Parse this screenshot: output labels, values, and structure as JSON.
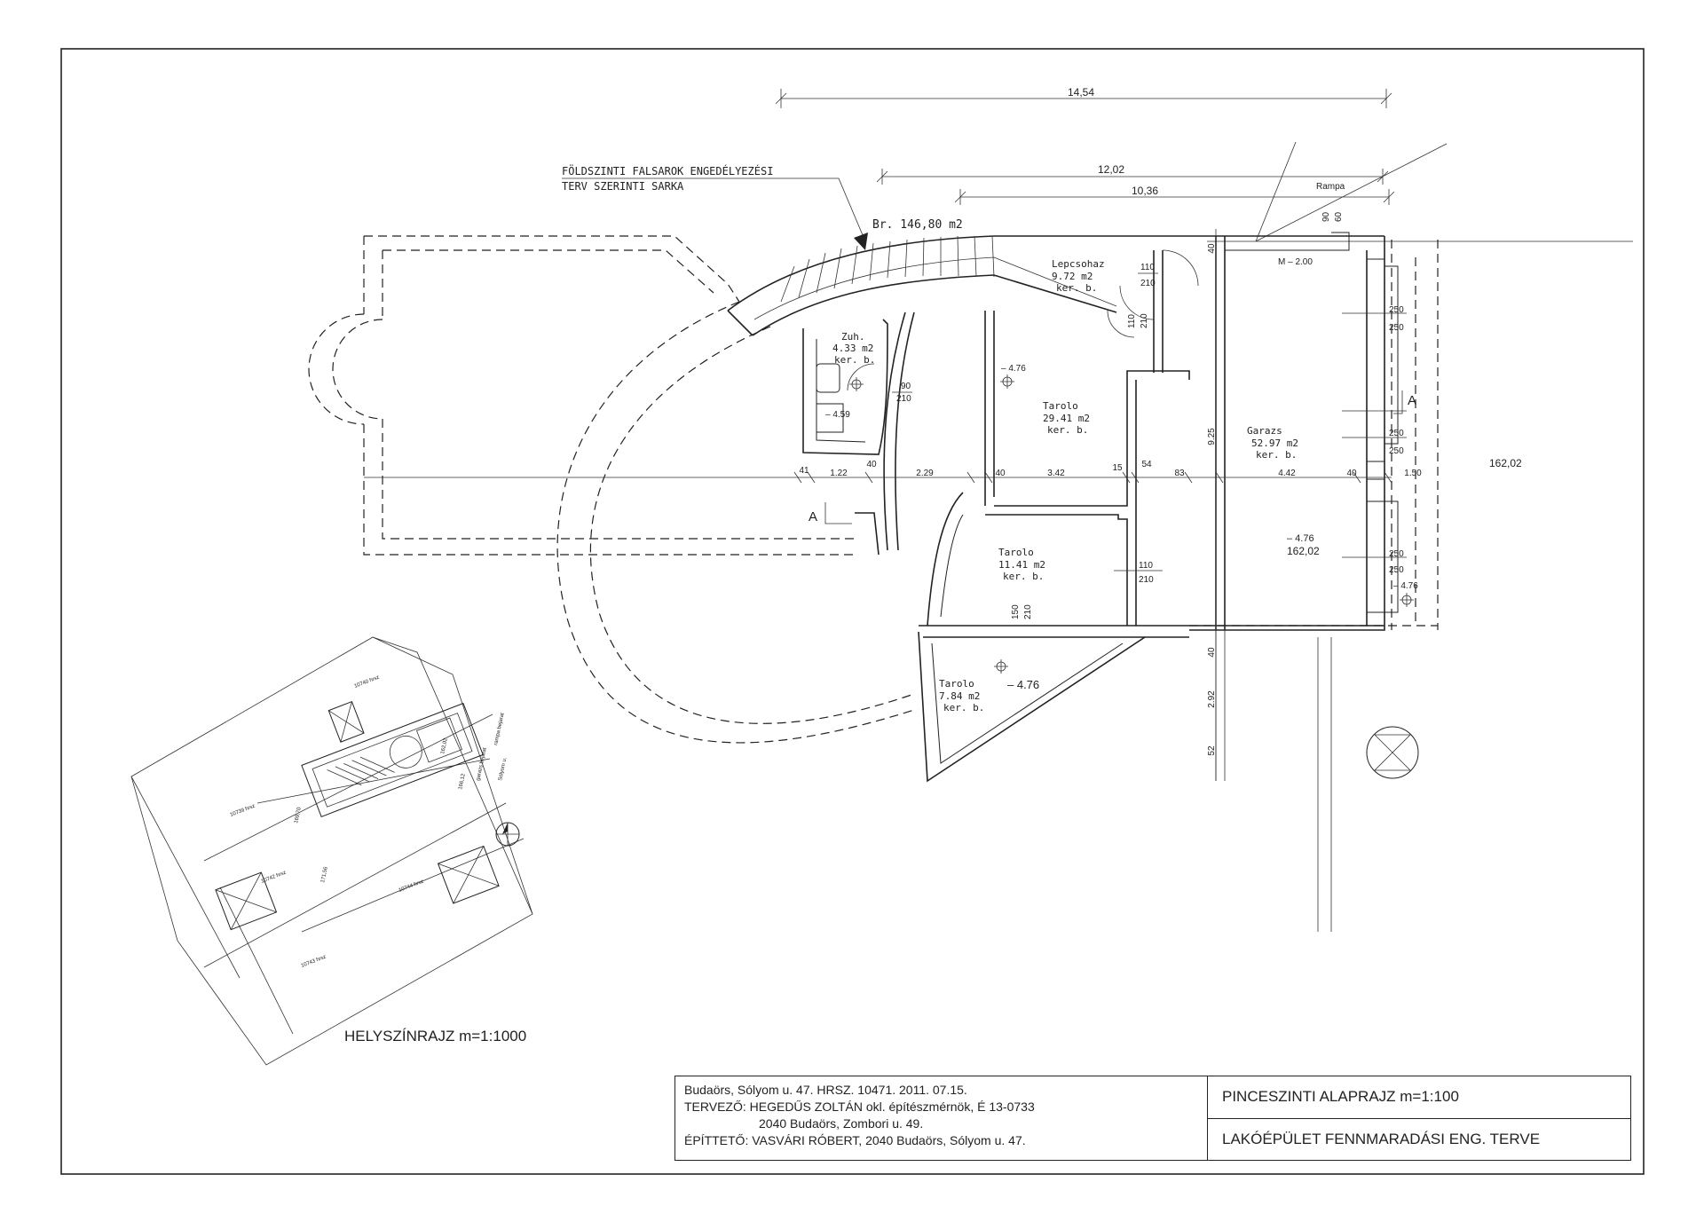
{
  "plan": {
    "note_line1": "FÖLDSZINTI FALSAROK ENGEDÉLYEZÉSI",
    "note_line2": "TERV SZERINTI SARKA",
    "gross_area": "Br.  146,80  m2",
    "ramp_label": "Rampa",
    "section_mark": "A",
    "dims_top": [
      "14,54",
      "12,02",
      "10,36"
    ],
    "dims_main": [
      "41",
      "1.22",
      "40",
      "2.29",
      "40",
      "3.42",
      "15",
      "54",
      "83",
      "4.42",
      "40",
      "1.50"
    ],
    "dims_vertical": [
      "40",
      "9.25",
      "40",
      "2.92",
      "52"
    ],
    "door_dims": [
      "110",
      "210",
      "110",
      "210",
      "90",
      "210",
      "110",
      "210",
      "150",
      "210",
      "90",
      "60"
    ],
    "window_dims": [
      "250",
      "250",
      "250",
      "250",
      "250",
      "250"
    ],
    "levels": [
      "M – 2.00",
      "– 4.76",
      "– 4.59",
      "– 4.76",
      "– 4.76",
      "– 4.76"
    ],
    "elevation_right": "162,02",
    "elevation_garage": "162,02",
    "rooms": [
      {
        "name": "Lepcsohaz",
        "area": "9.72  m2",
        "floor": "ker.  b."
      },
      {
        "name": "Zuh.",
        "area": "4.33  m2",
        "floor": "ker.  b."
      },
      {
        "name": "Tarolo",
        "area": "29.41  m2",
        "floor": "ker.  b."
      },
      {
        "name": "Garazs",
        "area": "52.97  m2",
        "floor": "ker.  b."
      },
      {
        "name": "Tarolo",
        "area": "11.41  m2",
        "floor": "ker.  b."
      },
      {
        "name": "Tarolo",
        "area": "7.84  m2",
        "floor": "ker.  b."
      }
    ]
  },
  "site": {
    "title": "HELYSZÍNRAJZ m=1:1000",
    "labels": [
      "10740 hrsz",
      "10739 hrsz",
      "10742 hrsz",
      "10744 hrsz",
      "10743 hrsz",
      "rampa bejarat",
      "garazs bejarat",
      "Sólyom u.",
      "166,12",
      "162,02",
      "171,56",
      "169,70"
    ]
  },
  "title_block": {
    "line1": "Budaörs, Sólyom u. 47. HRSZ. 10471.      2011. 07.15.",
    "line2": "TERVEZŐ:  HEGEDŰS ZOLTÁN  okl. építészmérnök, É 13-0733",
    "line3": "2040 Budaörs, Zombori u. 49.",
    "line4": "ÉPÍTTETŐ: VASVÁRI RÓBERT, 2040 Budaörs, Sólyom u. 47.",
    "drawing_name": "PINCESZINTI ALAPRAJZ m=1:100",
    "project_name": "LAKÓÉPÜLET FENNMARADÁSI ENG. TERVE"
  }
}
